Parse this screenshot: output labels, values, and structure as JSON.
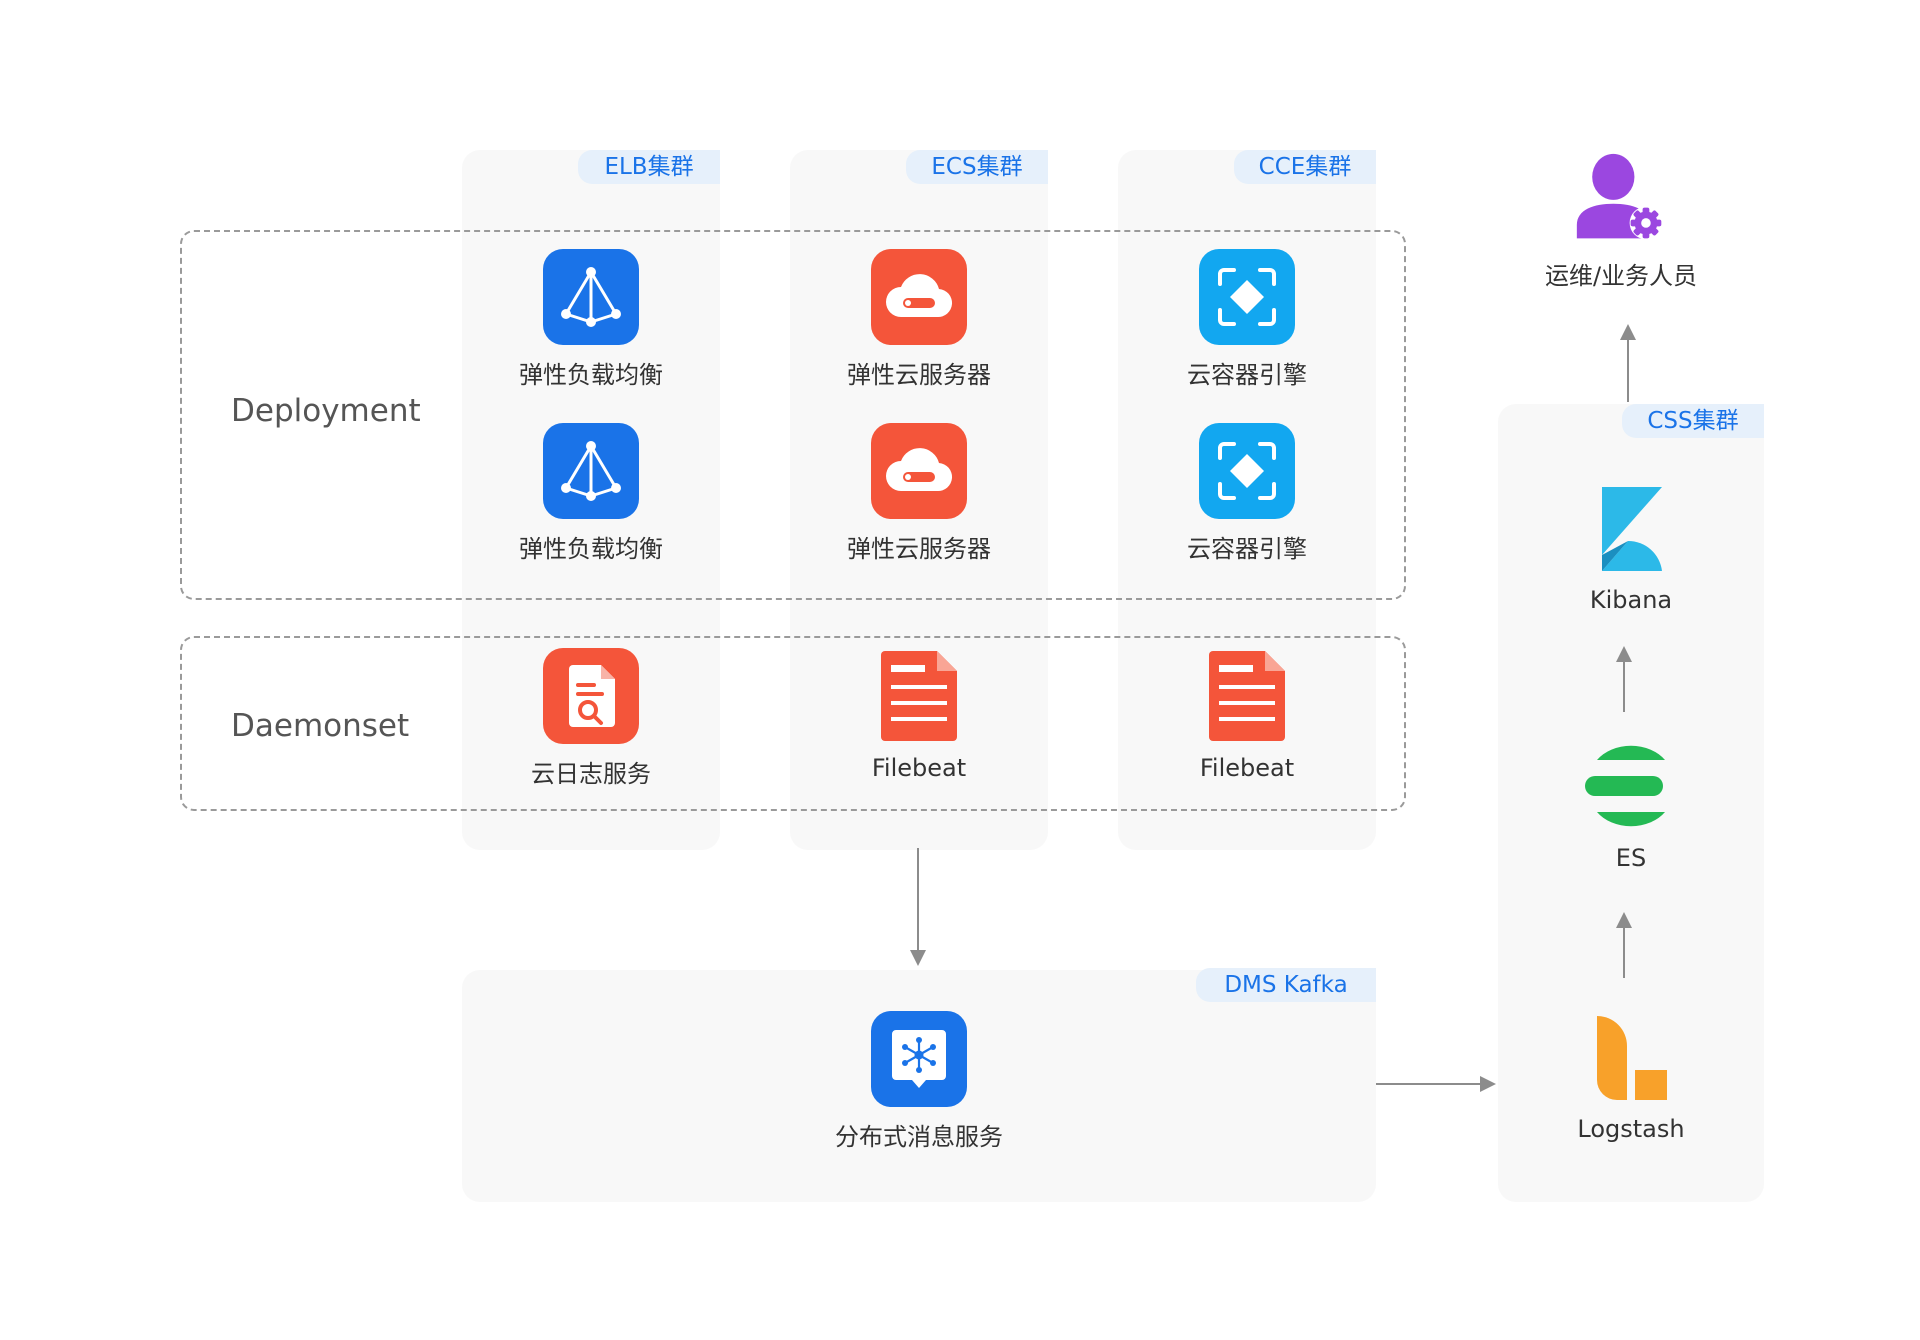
{
  "clusters": {
    "elb": "ELB集群",
    "ecs": "ECS集群",
    "cce": "CCE集群",
    "css": "CSS集群",
    "dms": "DMS Kafka"
  },
  "rows": {
    "deployment": "Deployment",
    "daemonset": "Daemonset"
  },
  "nodes": {
    "elb_1": "弹性负载均衡",
    "elb_2": "弹性负载均衡",
    "ecs_1": "弹性云服务器",
    "ecs_2": "弹性云服务器",
    "cce_1": "云容器引擎",
    "cce_2": "云容器引擎",
    "lts": "云日志服务",
    "filebeat_1": "Filebeat",
    "filebeat_2": "Filebeat",
    "dms": "分布式消息服务",
    "kibana": "Kibana",
    "es": "ES",
    "logstash": "Logstash",
    "ops": "运维/业务人员"
  },
  "colors": {
    "elb_blue": "#1a73e8",
    "ecs_orange": "#f4553a",
    "cce_cyan": "#12a7f0",
    "ops_purple": "#9b47e0",
    "kibana_cyan": "#2cb9e8",
    "es_green": "#24b954",
    "logstash_orange": "#f8a12a"
  },
  "icons": {
    "elb": "load-balancer-icon",
    "ecs": "cloud-server-icon",
    "cce": "container-engine-icon",
    "lts": "log-service-icon",
    "filebeat": "document-icon",
    "dms": "message-service-icon",
    "kibana": "kibana-logo-icon",
    "es": "elasticsearch-logo-icon",
    "logstash": "logstash-logo-icon",
    "ops": "user-gear-icon"
  }
}
